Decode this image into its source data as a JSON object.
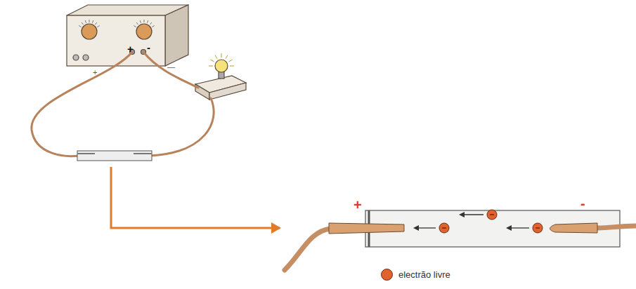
{
  "diagram": {
    "labels": [
      "+",
      "-",
      "+",
      "—",
      "+",
      "-"
    ],
    "legend": [
      {
        "text": "electrão livre",
        "color": "#e2622e"
      }
    ]
  }
}
